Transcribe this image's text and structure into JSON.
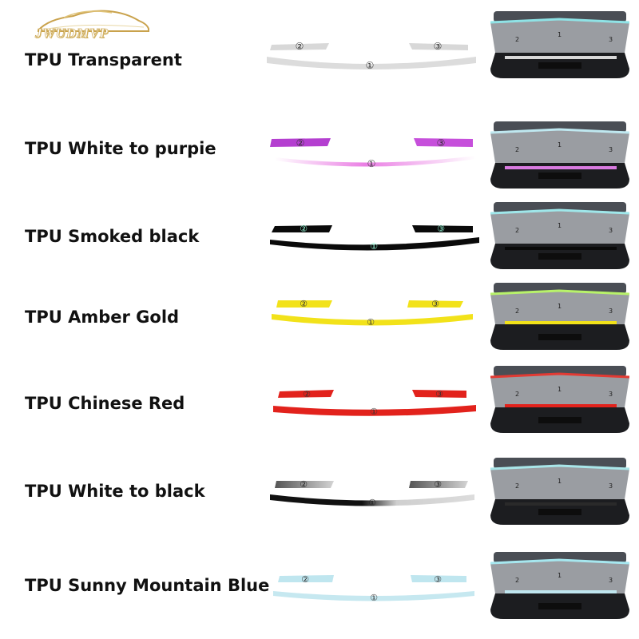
{
  "brand": {
    "logo_text": "JWUDMVP"
  },
  "markers": {
    "m1": "①",
    "m2": "②",
    "m3": "③",
    "c1": "1",
    "c2": "2",
    "c3": "3"
  },
  "rows": [
    {
      "label": "TPU Transparent",
      "color_left": "#d8d8d8",
      "color_right": "#d8d8d8",
      "accent": "#8fe3e6"
    },
    {
      "label": "TPU White to purpie",
      "color_left": "#b43fd0",
      "color_right": "#e98ce8",
      "accent": "#bfe8f0"
    },
    {
      "label": "TPU Smoked black",
      "color_left": "#0a0a0a",
      "color_right": "#0a0a0a",
      "accent": "#9fe7ea"
    },
    {
      "label": "TPU Amber Gold",
      "color_left": "#f2e21a",
      "color_right": "#f2e21a",
      "accent": "#b8f26a"
    },
    {
      "label": "TPU Chinese Red",
      "color_left": "#e2221c",
      "color_right": "#e2221c",
      "accent": "#e23a33"
    },
    {
      "label": "TPU White to black",
      "color_left": "#6e6e6e",
      "color_right": "#d9d9d9",
      "accent": "#a9e6e9"
    },
    {
      "label": "TPU Sunny Mountain Blue",
      "color_left": "#bfe6ef",
      "color_right": "#bfe6ef",
      "accent": "#a6e7ef"
    }
  ]
}
